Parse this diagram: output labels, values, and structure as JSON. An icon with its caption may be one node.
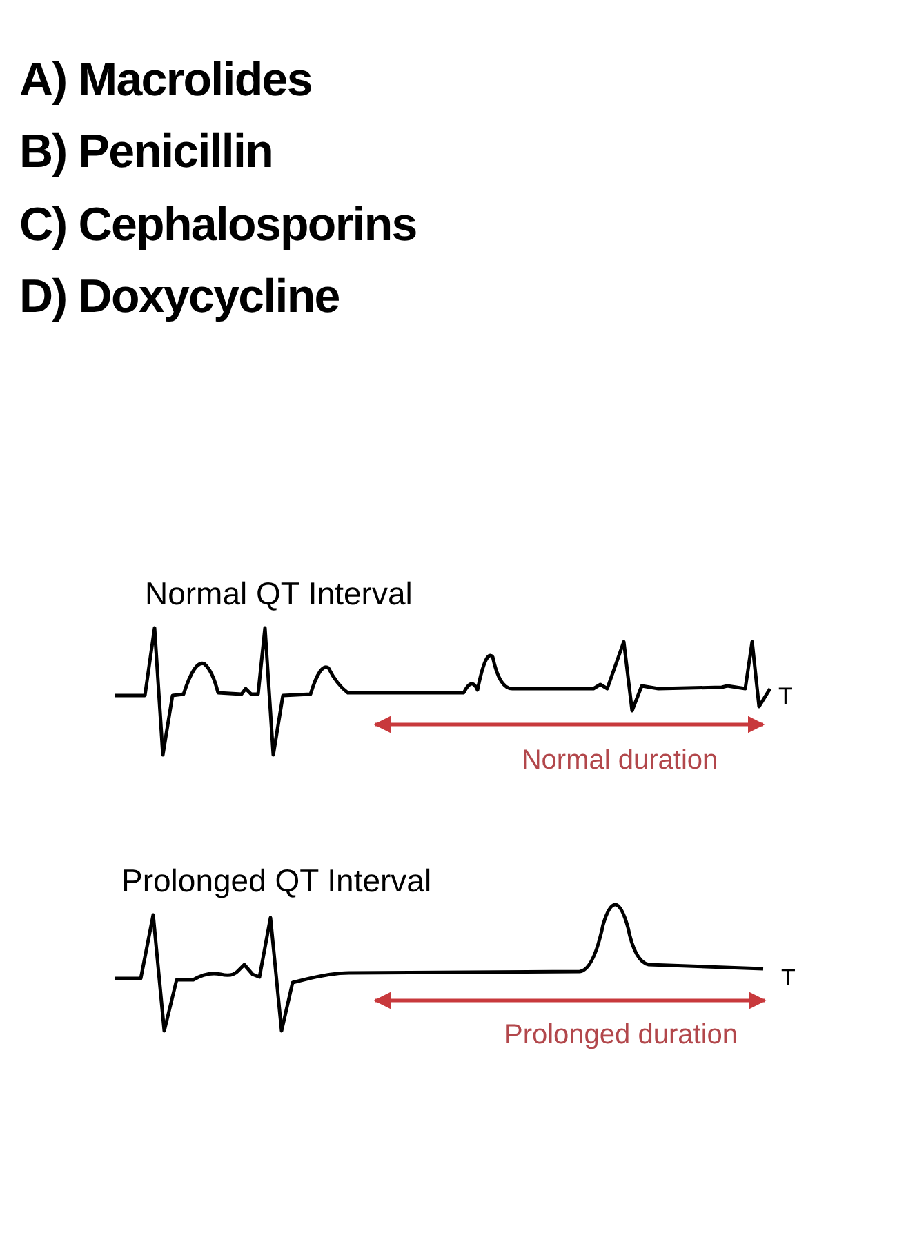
{
  "diagram": {
    "labels": [
      "A) Macrolides",
      "B) Penicillin",
      "C) Cephalosporins",
      "D) Doxycycline",
      "Normal QT Interval",
      "T",
      "Normal duration",
      "Prolonged QT Interval",
      "T",
      "Prolonged duration"
    ]
  }
}
